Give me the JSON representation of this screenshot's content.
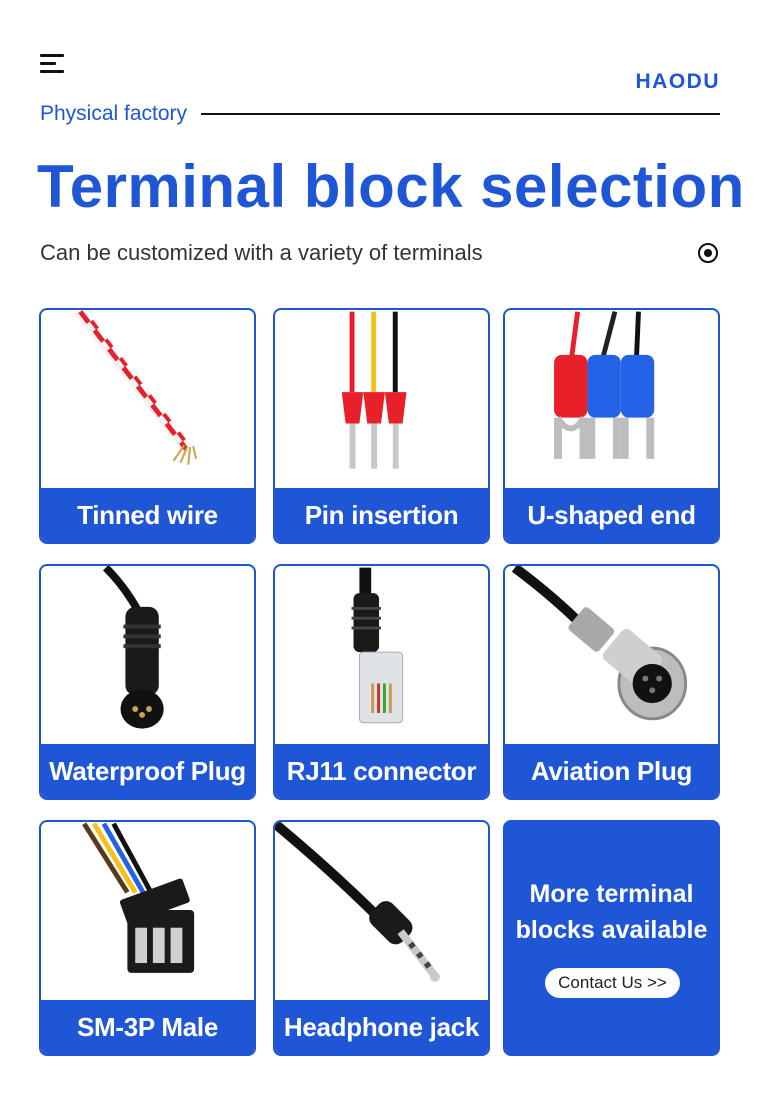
{
  "header": {
    "logo": "HAODU",
    "subtitle": "Physical factory"
  },
  "hero": {
    "title": "Terminal block selection",
    "lead": "Can be customized with a variety of terminals"
  },
  "products": [
    {
      "label": "Tinned wire",
      "icon": "tinned-wire-icon"
    },
    {
      "label": "Pin insertion",
      "icon": "pin-insertion-icon"
    },
    {
      "label": "U-shaped end",
      "icon": "u-shaped-terminal-icon"
    },
    {
      "label": "Waterproof Plug",
      "icon": "waterproof-plug-icon"
    },
    {
      "label": "RJ11 connector",
      "icon": "rj11-connector-icon"
    },
    {
      "label": "Aviation Plug",
      "icon": "aviation-plug-icon"
    },
    {
      "label": "SM-3P Male",
      "icon": "sm3p-connector-icon"
    },
    {
      "label": "Headphone jack",
      "icon": "headphone-jack-icon"
    }
  ],
  "more": {
    "line1": "More terminal",
    "line2": "blocks available",
    "button": "Contact Us >>"
  },
  "colors": {
    "brand": "#1f56d6",
    "wire_red": "#e8202a",
    "wire_yellow": "#f2c21a",
    "terminal_blue": "#2563e6"
  }
}
